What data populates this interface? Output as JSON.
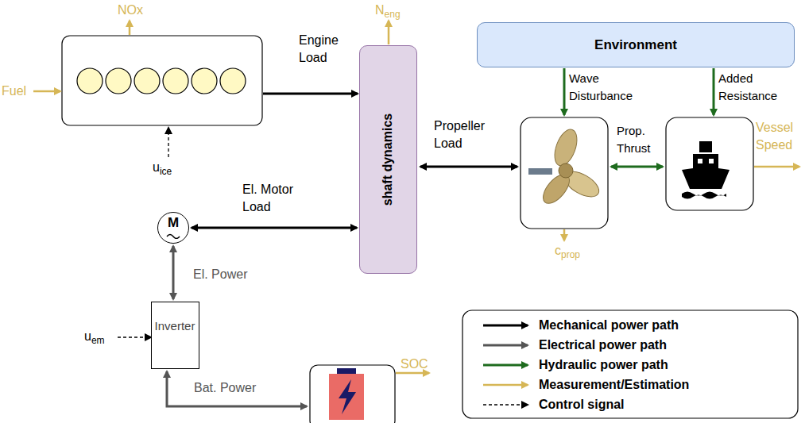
{
  "diagram": {
    "nodes": [
      {
        "text": [
          "shaft dynamics"
        ]
      },
      {
        "text": [
          "Environment"
        ]
      },
      {
        "text": [
          "M"
        ]
      },
      {
        "text": [
          "Inverter"
        ]
      }
    ],
    "edges": [
      {
        "from": 2,
        "to": 0,
        "label": "El. Motor Load",
        "arrow": "both"
      },
      {
        "from": 2,
        "to": 3,
        "label": "El. Power",
        "arrow": "both"
      }
    ],
    "labels": [
      "NOx",
      "Neng",
      "Fuel",
      "Engine Load",
      "Propeller Load",
      "Wave Disturbance",
      "Added Resistance",
      "Prop. Thrust",
      "Vessel Speed",
      "uice",
      "cprop",
      "uem",
      "Bat. Power",
      "SOC"
    ],
    "legend": [
      {
        "text": "Mechanical power path"
      },
      {
        "text": "Electrical power path"
      },
      {
        "text": "Hydraulic power path"
      },
      {
        "text": "Measurement/Estimation"
      },
      {
        "text": "Control signal"
      }
    ]
  }
}
